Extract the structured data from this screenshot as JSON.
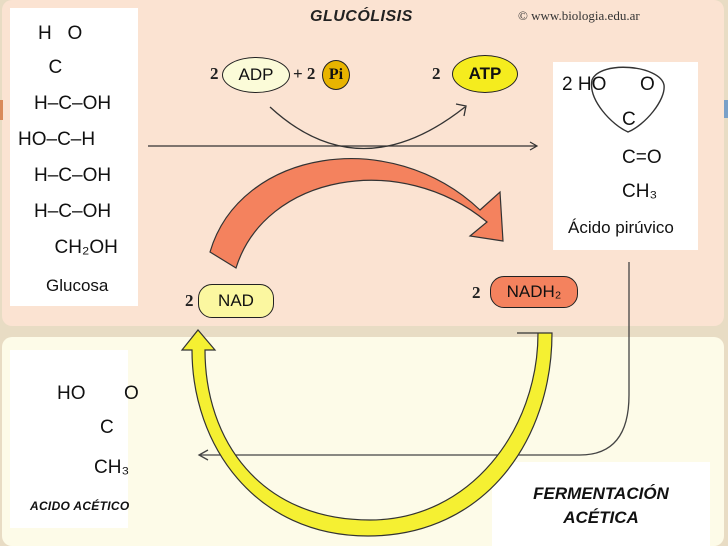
{
  "title": "GLUCÓLISIS",
  "copyright": "© www.biologia.edu.ar",
  "glucose": {
    "rows": [
      "H   O",
      "  C",
      "H–C–OH",
      "HO–C–H",
      "H–C–OH",
      "H–C–OH",
      "  CH₂OH"
    ],
    "label": "Glucosa"
  },
  "energy": {
    "coef_adp": "2",
    "adp": "ADP",
    "plus": "+ 2",
    "pi": "Pi",
    "coef_atp": "2",
    "atp": "ATP"
  },
  "pyruvic": {
    "prefix": "2 HO",
    "o_right": "O",
    "c": "C",
    "co": "C=O",
    "ch3": "CH₃",
    "label": "Ácido pirúvico"
  },
  "nad": {
    "coef": "2",
    "label": "NAD"
  },
  "nadh": {
    "coef": "2",
    "label": "NADH₂"
  },
  "acetic": {
    "ho": "HO",
    "o": "O",
    "c": "C",
    "ch3": "CH₃",
    "label": "ACIDO ACÉTICO"
  },
  "fermentation": {
    "line1": "FERMENTACIÓN",
    "line2": "ACÉTICA"
  },
  "colors": {
    "top_panel": "#fbe3d2",
    "bottom_panel": "#fdfbe8",
    "orange_arrow": "#f4825e",
    "yellow_arrow": "#f5f032",
    "atp_fill": "#f5ec1e",
    "pi_fill": "#e8b400",
    "adp_fill": "#fbfbd8",
    "nad_fill": "#fbf7a0",
    "nadh_fill": "#f4825e"
  }
}
